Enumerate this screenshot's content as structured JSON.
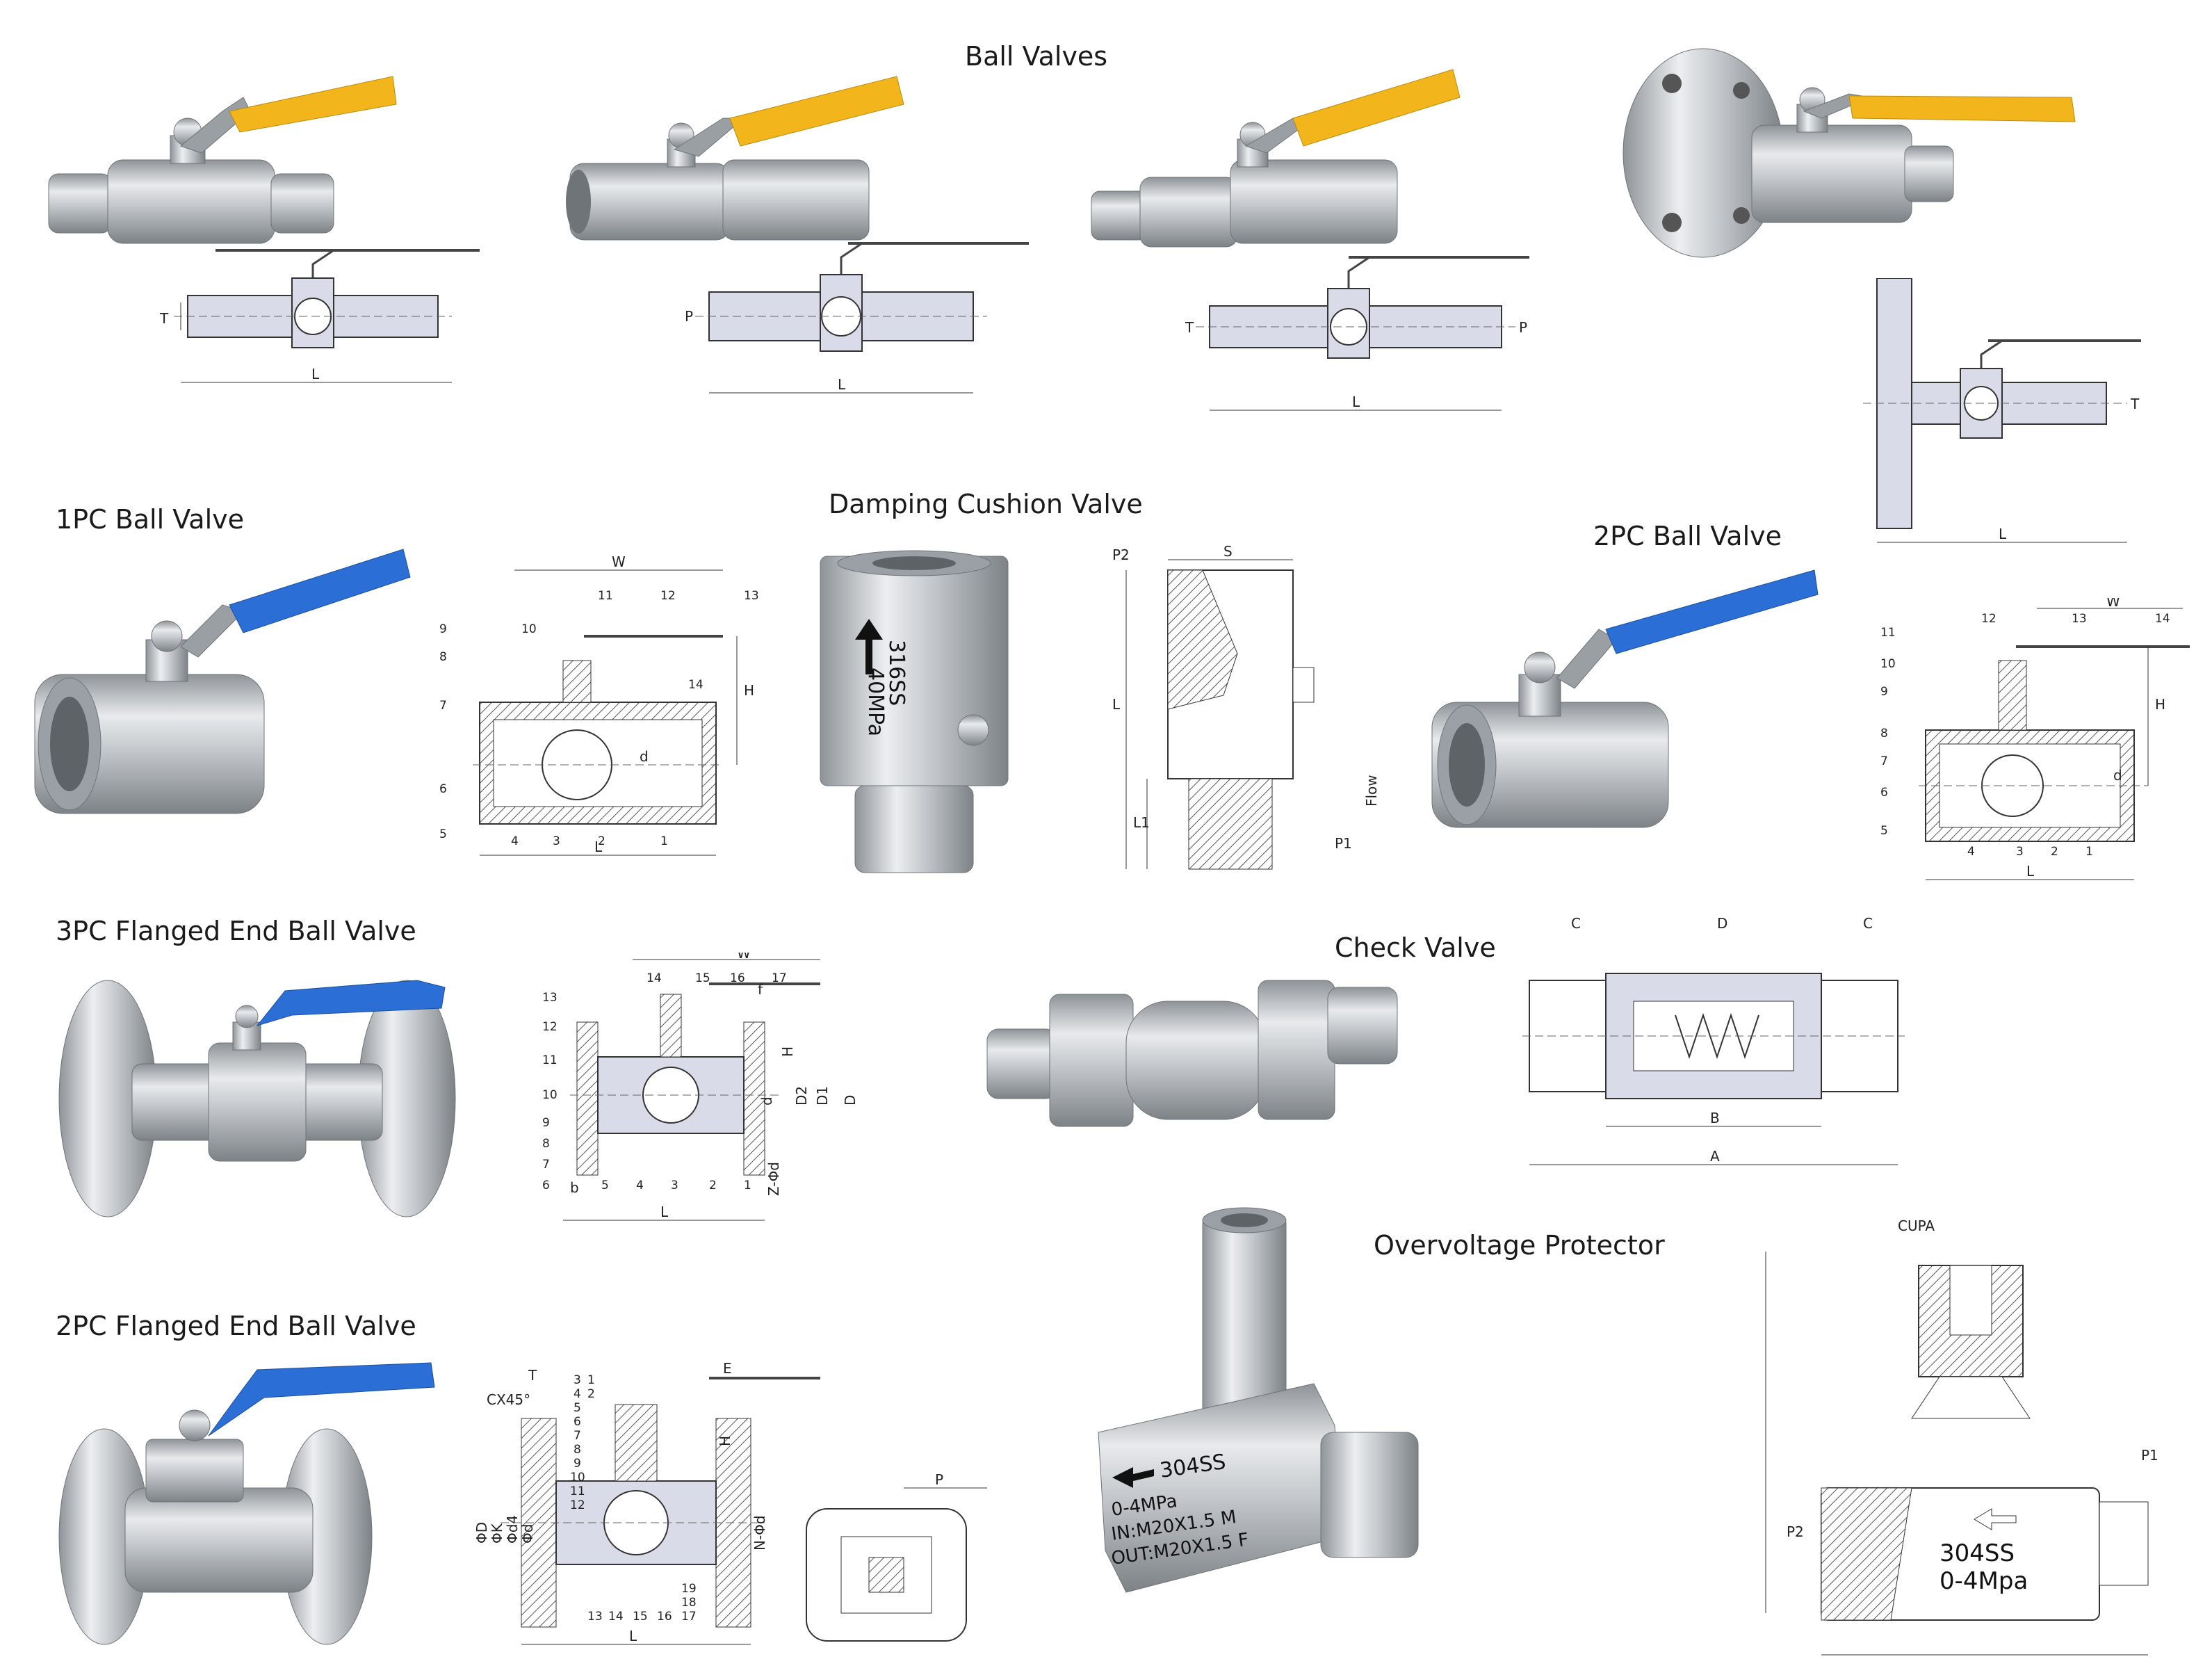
{
  "sections": {
    "ball_valves": {
      "title": "Ball Valves",
      "dims": {
        "t": "T",
        "p": "P",
        "l": "L"
      }
    },
    "one_pc": {
      "title": "1PC Ball Valve",
      "callouts": [
        "1",
        "2",
        "3",
        "4",
        "5",
        "6",
        "7",
        "8",
        "9",
        "10",
        "11",
        "12",
        "13",
        "14"
      ],
      "dims": {
        "w": "W",
        "h": "H",
        "d": "d",
        "l": "L"
      }
    },
    "damping": {
      "title": "Damping Cushion Valve",
      "engraving": {
        "line1": "316SS",
        "line2": "40MPa"
      },
      "dims": {
        "p2": "P2",
        "s": "S",
        "l": "L",
        "l1": "L1",
        "p1": "P1",
        "flow": "Flow"
      }
    },
    "two_pc": {
      "title": "2PC Ball Valve",
      "callouts": [
        "1",
        "2",
        "3",
        "4",
        "5",
        "6",
        "7",
        "8",
        "9",
        "10",
        "11",
        "12",
        "13",
        "14"
      ],
      "dims": {
        "w": "W",
        "h": "H",
        "d": "d",
        "l": "L"
      }
    },
    "three_pc_flanged": {
      "title": "3PC Flanged End Ball Valve",
      "callouts": [
        "1",
        "2",
        "3",
        "4",
        "5",
        "6",
        "7",
        "8",
        "9",
        "10",
        "11",
        "12",
        "13",
        "14",
        "15",
        "16",
        "17"
      ],
      "dims": {
        "w": "W",
        "h": "H",
        "d": "d",
        "d1": "D1",
        "d2": "D2",
        "dd": "D",
        "l": "L",
        "z": "Z-Φd",
        "f": "f",
        "b": "b"
      }
    },
    "check_valve": {
      "title": "Check Valve",
      "dims": {
        "c": "C",
        "d": "D",
        "b": "B",
        "a": "A"
      }
    },
    "overvoltage": {
      "title": "Overvoltage Protector",
      "engraving": {
        "line1": "304SS",
        "line2": "0-4MPa",
        "line3": "IN:M20X1.5 M",
        "line4": "OUT:M20X1.5 F"
      },
      "drawing": {
        "cupa": "CUPA",
        "p1": "P1",
        "p2": "P2",
        "material": "304SS",
        "pressure": "0-4Mpa"
      }
    },
    "two_pc_flanged": {
      "title": "2PC Flanged End Ball Valve",
      "callouts": [
        "1",
        "2",
        "3",
        "4",
        "5",
        "6",
        "7",
        "8",
        "9",
        "10",
        "11",
        "12",
        "13",
        "14",
        "15",
        "16",
        "17",
        "18",
        "19"
      ],
      "dims": {
        "cx": "CX45°",
        "t": "T",
        "e": "E",
        "h": "H",
        "l": "L",
        "od": "ΦD",
        "ok": "ΦK",
        "od4": "Φd4",
        "od1": "Φd",
        "n": "N-Φd",
        "p": "P"
      }
    }
  },
  "colors": {
    "steel": "#bfc3c7",
    "steel_dark": "#8c9196",
    "yellow_handle": "#f2b61c",
    "blue_handle": "#2b6fd6",
    "section_fill": "#d9dbe8",
    "line": "#333333"
  }
}
